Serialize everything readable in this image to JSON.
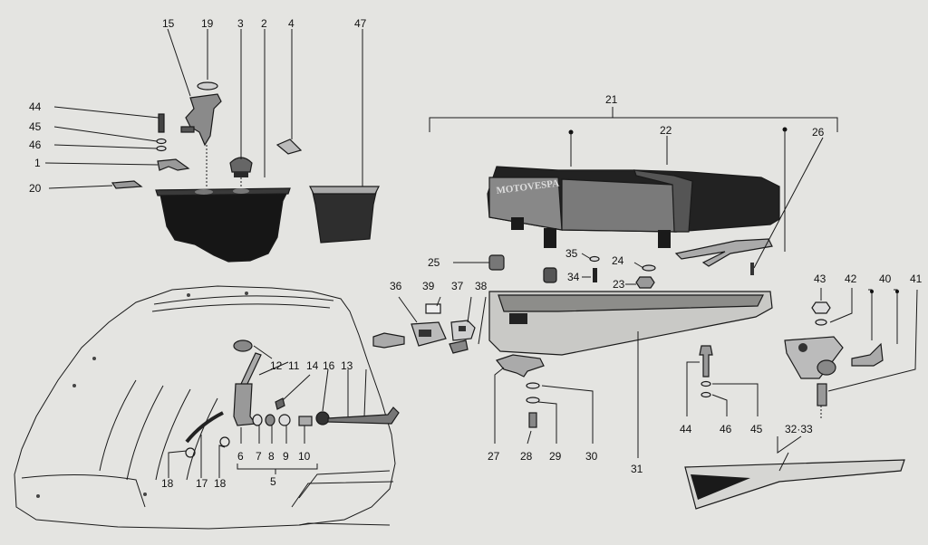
{
  "diagram": {
    "brand_label": "MOTOVESPA",
    "labels": {
      "p15": "15",
      "p19": "19",
      "p3": "3",
      "p2": "2",
      "p4": "4",
      "p47": "47",
      "p44a": "44",
      "p45a": "45",
      "p46a": "46",
      "p1": "1",
      "p20": "20",
      "p21": "21",
      "p22": "22",
      "p26": "26",
      "p25": "25",
      "p35": "35",
      "p34": "34",
      "p24": "24",
      "p23": "23",
      "p36": "36",
      "p39": "39",
      "p37": "37",
      "p38": "38",
      "p43": "43",
      "p42": "42",
      "p40": "40",
      "p41": "41",
      "p12": "12",
      "p11": "11",
      "p14": "14",
      "p16": "16",
      "p13": "13",
      "p6": "6",
      "p7": "7",
      "p8": "8",
      "p9": "9",
      "p10": "10",
      "p5": "5",
      "p18a": "18",
      "p17": "17",
      "p18b": "18",
      "p27": "27",
      "p28": "28",
      "p29": "29",
      "p30": "30",
      "p31": "31",
      "p44b": "44",
      "p46b": "46",
      "p45b": "45",
      "p3233": "32·33"
    }
  }
}
